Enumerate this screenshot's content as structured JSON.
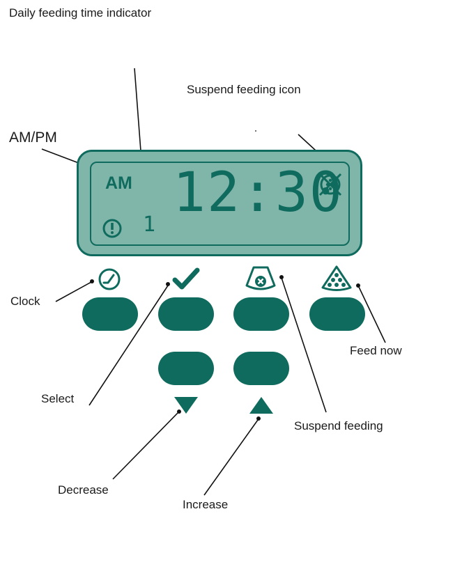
{
  "labels": {
    "daily_feeding_time_indicator": "Daily feeding time indicator",
    "suspend_feeding_icon": "Suspend feeding icon",
    "am_pm": "AM/PM",
    "clock": "Clock",
    "feed_now": "Feed now",
    "select": "Select",
    "suspend_feeding": "Suspend feeding",
    "decrease": "Decrease",
    "increase": "Increase"
  },
  "display": {
    "ampm": "AM",
    "time": "12:30",
    "feeding_index": "1"
  },
  "icons": {
    "clock": "clock-icon",
    "select": "checkmark-icon",
    "suspend": "suspend-feeding-icon",
    "feed_now": "feed-now-icon",
    "decrease": "triangle-down-icon",
    "increase": "triangle-up-icon",
    "alert": "exclamation-circle-icon"
  },
  "colors": {
    "device_green": "#0f6b5d",
    "lcd_background": "#80b5aa",
    "text": "#1a1a1a"
  }
}
